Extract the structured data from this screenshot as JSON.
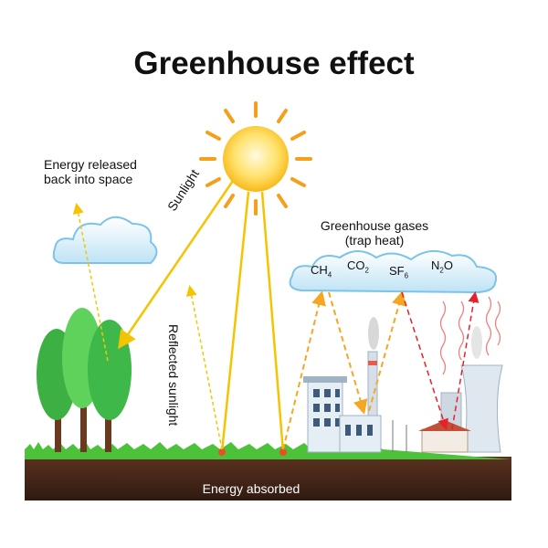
{
  "title": "Greenhouse effect",
  "labels": {
    "energy_released": [
      "Energy released",
      "back into space"
    ],
    "sunlight": "Sunlight",
    "reflected_sunlight": "Reflected sunlight",
    "greenhouse_gases": [
      "Greenhouse gases",
      "(trap heat)"
    ],
    "energy_absorbed": "Energy absorbed"
  },
  "gases": [
    {
      "base": "CH",
      "sub": "4",
      "suffix": ""
    },
    {
      "base": "CO",
      "sub": "2",
      "suffix": ""
    },
    {
      "base": "SF",
      "sub": "6",
      "suffix": ""
    },
    {
      "base": "N",
      "sub": "2",
      "suffix": "O"
    }
  ],
  "colors": {
    "sun": "#fbd531",
    "sunlight": "#f5c400",
    "reflected": "#f0c800",
    "trapped": "#f5a623",
    "heat": "#e8202a",
    "soil": "#4a2a1a",
    "grass": "#4cc23a"
  }
}
